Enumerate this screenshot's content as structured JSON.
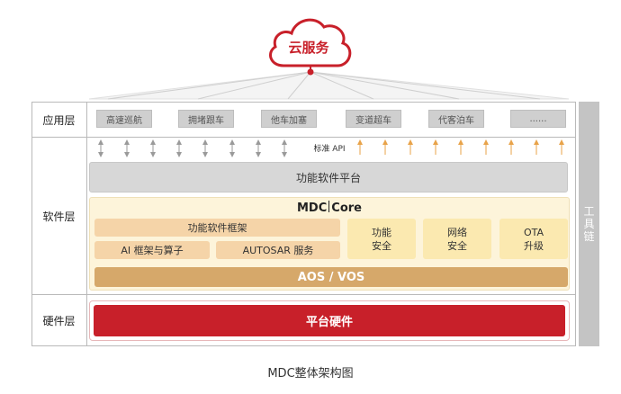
{
  "cloud": {
    "label": "云服务"
  },
  "layers": {
    "application": "应用层",
    "software": "软件层",
    "hardware": "硬件层"
  },
  "apps": [
    "高速巡航",
    "拥堵跟车",
    "他车加塞",
    "变道超车",
    "代客泊车",
    "......"
  ],
  "standard_api": "标准 API",
  "platform_software": "功能软件平台",
  "mdc_core": {
    "left": "MDC",
    "right": "Core"
  },
  "framework": {
    "title": "功能软件框架",
    "ai": "AI 框架与算子",
    "autosar": "AUTOSAR 服务"
  },
  "modules": [
    {
      "l1": "功能",
      "l2": "安全"
    },
    {
      "l1": "网络",
      "l2": "安全"
    },
    {
      "l1": "OTA",
      "l2": "升级"
    }
  ],
  "aos_vos": "AOS / VOS",
  "hardware_platform": "平台硬件",
  "toolchain": [
    "工",
    "具",
    "链"
  ],
  "caption": "MDC整体架构图",
  "colors": {
    "red": "#c8202a",
    "cream": "#fdf4da",
    "tan": "#d6a86a",
    "peach": "#f5d4a8",
    "module": "#fbe9b0",
    "gray": "#d7d7d7",
    "toolchain": "#c4c4c4"
  }
}
